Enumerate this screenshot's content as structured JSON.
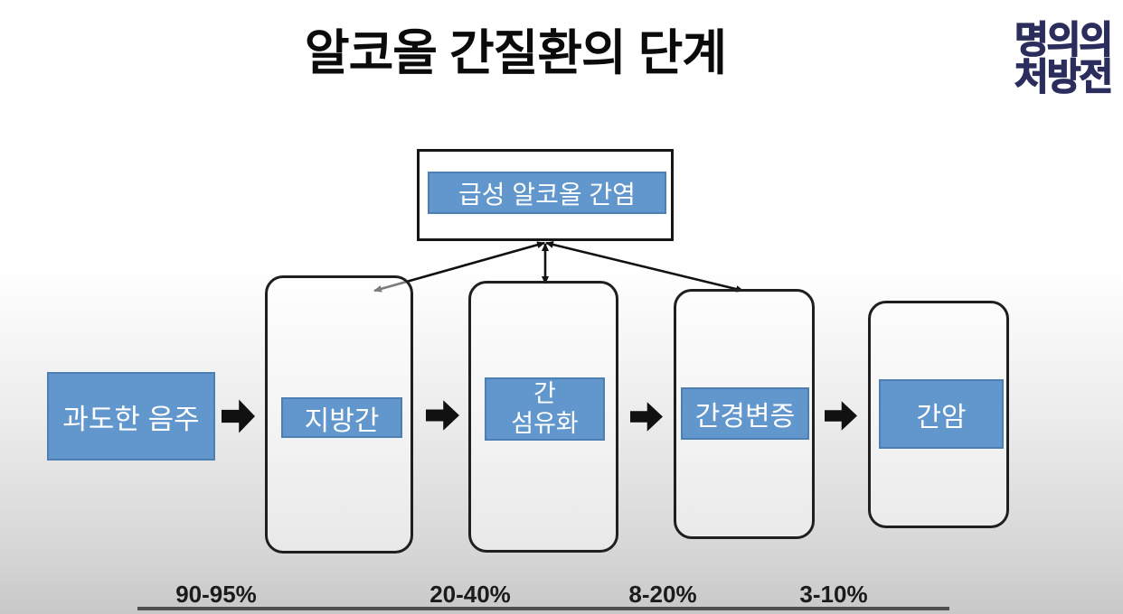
{
  "title": "알코올 간질환의 단계",
  "logo": {
    "line1": "명의의",
    "line2": "처방전"
  },
  "diagram": {
    "top_box_label": "급성 알코올 간염",
    "start_label": "과도한 음주",
    "stages": [
      {
        "label": "지방간"
      },
      {
        "label": "간\n섬유화"
      },
      {
        "label": "간경변증"
      },
      {
        "label": "간암"
      }
    ],
    "percentages": [
      "90-95%",
      "20-40%",
      "8-20%",
      "3-10%"
    ]
  },
  "colors": {
    "stage_fill": "#6197cc",
    "stage_border": "#4d7fb2",
    "logo_navy": "#2b2d5c",
    "ink": "#111111"
  }
}
